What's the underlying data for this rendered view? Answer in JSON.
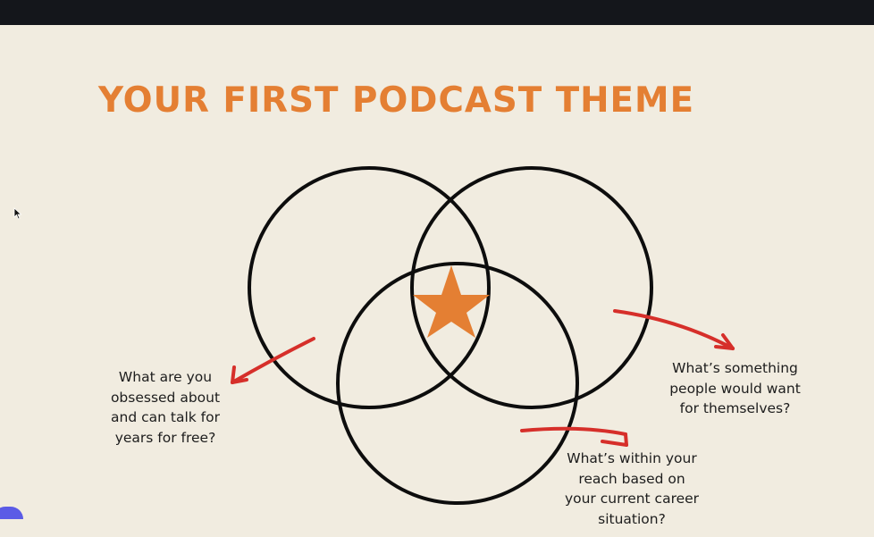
{
  "slide": {
    "title": "YOUR FIRST PODCAST THEME",
    "labels": {
      "passion": "What are you\nobsessed about\nand can talk for\nyears for free?",
      "demand": "What’s something\npeople would want\nfor themselves?",
      "reach": "What’s within your\nreach based on\nyour current career\nsituation?"
    }
  },
  "colors": {
    "background": "#f1ece0",
    "title": "#e47f33",
    "star": "#e47f33",
    "arrows": "#d62f2a",
    "circles": "#0d0d0d"
  },
  "icons": {
    "center": "star-icon",
    "pointer": "mouse-cursor-icon"
  }
}
